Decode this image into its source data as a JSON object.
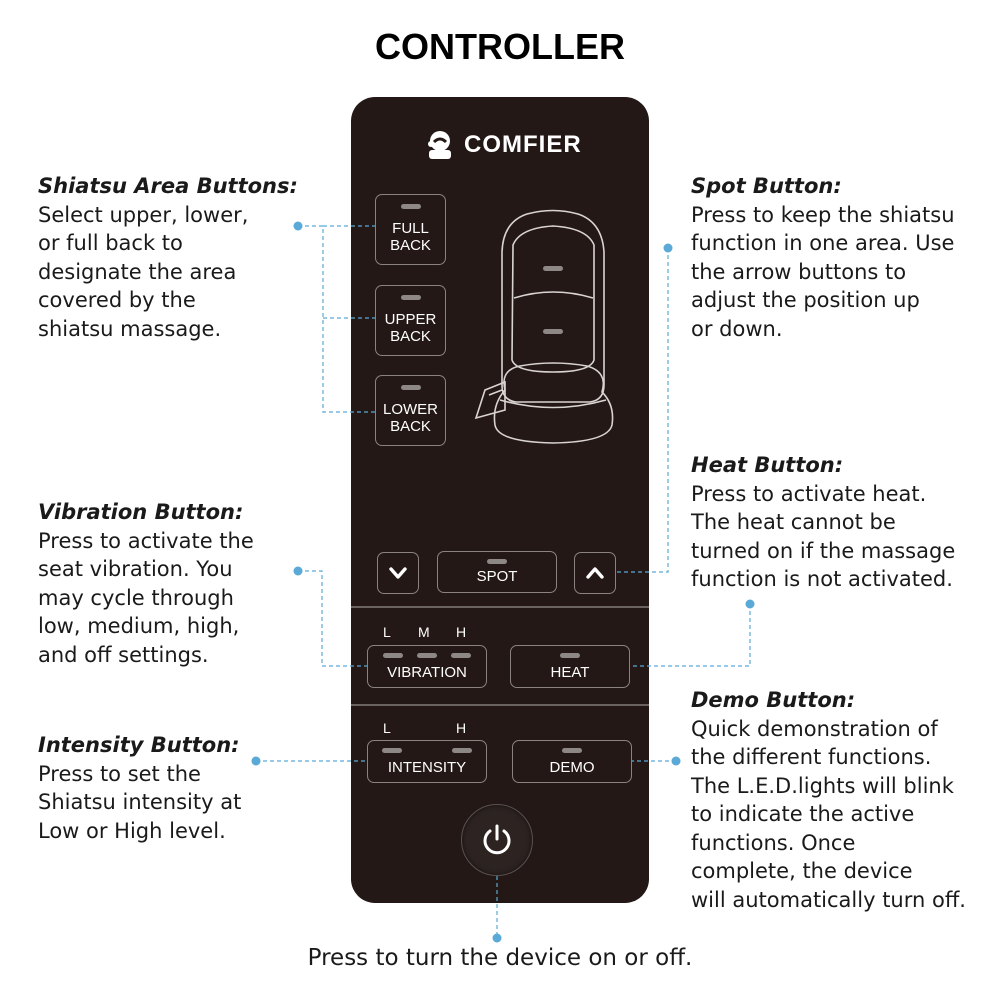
{
  "title": "CONTROLLER",
  "brand": {
    "name": "COMFIER"
  },
  "remote": {
    "full_back": [
      "FULL",
      "BACK"
    ],
    "upper_back": [
      "UPPER",
      "BACK"
    ],
    "lower_back": [
      "LOWER",
      "BACK"
    ],
    "spot": "SPOT",
    "vibration": "VIBRATION",
    "heat": "HEAT",
    "intensity": "INTENSITY",
    "demo": "DEMO",
    "vibration_levels": [
      "L",
      "M",
      "H"
    ],
    "intensity_levels": [
      "L",
      "H"
    ],
    "arrows": {
      "down_icon": "chevron-down-icon",
      "up_icon": "chevron-up-icon"
    },
    "power_icon": "power-icon"
  },
  "callouts": {
    "shiatsu": {
      "heading": "Shiatsu Area Buttons:",
      "body": "Select upper, lower,\nor full back to\ndesignate the area\ncovered by the\nshiatsu massage."
    },
    "spot": {
      "heading": "Spot Button:",
      "body": "Press to keep the shiatsu\nfunction in one area. Use\nthe arrow buttons to\nadjust the position up\nor down."
    },
    "heat": {
      "heading": "Heat Button:",
      "body": "Press to activate heat.\nThe heat cannot be\nturned on if the massage\nfunction is not activated."
    },
    "vibration": {
      "heading": "Vibration Button:",
      "body": "Press to activate the\nseat vibration. You\nmay cycle through\nlow, medium, high,\nand off settings."
    },
    "intensity": {
      "heading": "Intensity Button:",
      "body": "Press to set the\nShiatsu intensity at\nLow or High level."
    },
    "demo": {
      "heading": "Demo Button:",
      "body": "Quick demonstration of\nthe different functions.\nThe L.E.D.lights will blink\nto indicate the active\nfunctions. Once\ncomplete, the device\nwill automatically turn off."
    },
    "power": {
      "body": "Press to turn the device on or off."
    }
  },
  "colors": {
    "panel": "#231815",
    "leader": "#5aa9d6",
    "led": "#8d8885",
    "text": "#1a1a1a"
  }
}
